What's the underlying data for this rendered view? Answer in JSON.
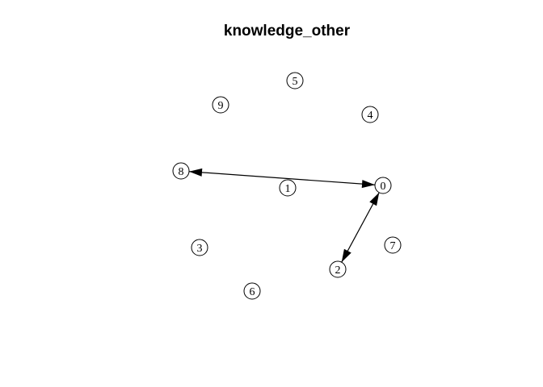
{
  "title": "knowledge_other",
  "graph": {
    "directed": true,
    "nodes": [
      {
        "id": "0",
        "label": "0"
      },
      {
        "id": "1",
        "label": "1"
      },
      {
        "id": "2",
        "label": "2"
      },
      {
        "id": "3",
        "label": "3"
      },
      {
        "id": "4",
        "label": "4"
      },
      {
        "id": "5",
        "label": "5"
      },
      {
        "id": "6",
        "label": "6"
      },
      {
        "id": "7",
        "label": "7"
      },
      {
        "id": "8",
        "label": "8"
      },
      {
        "id": "9",
        "label": "9"
      }
    ],
    "edges": [
      {
        "from": "0",
        "to": "8",
        "bidirectional": true
      },
      {
        "from": "0",
        "to": "2",
        "bidirectional": true
      }
    ]
  }
}
